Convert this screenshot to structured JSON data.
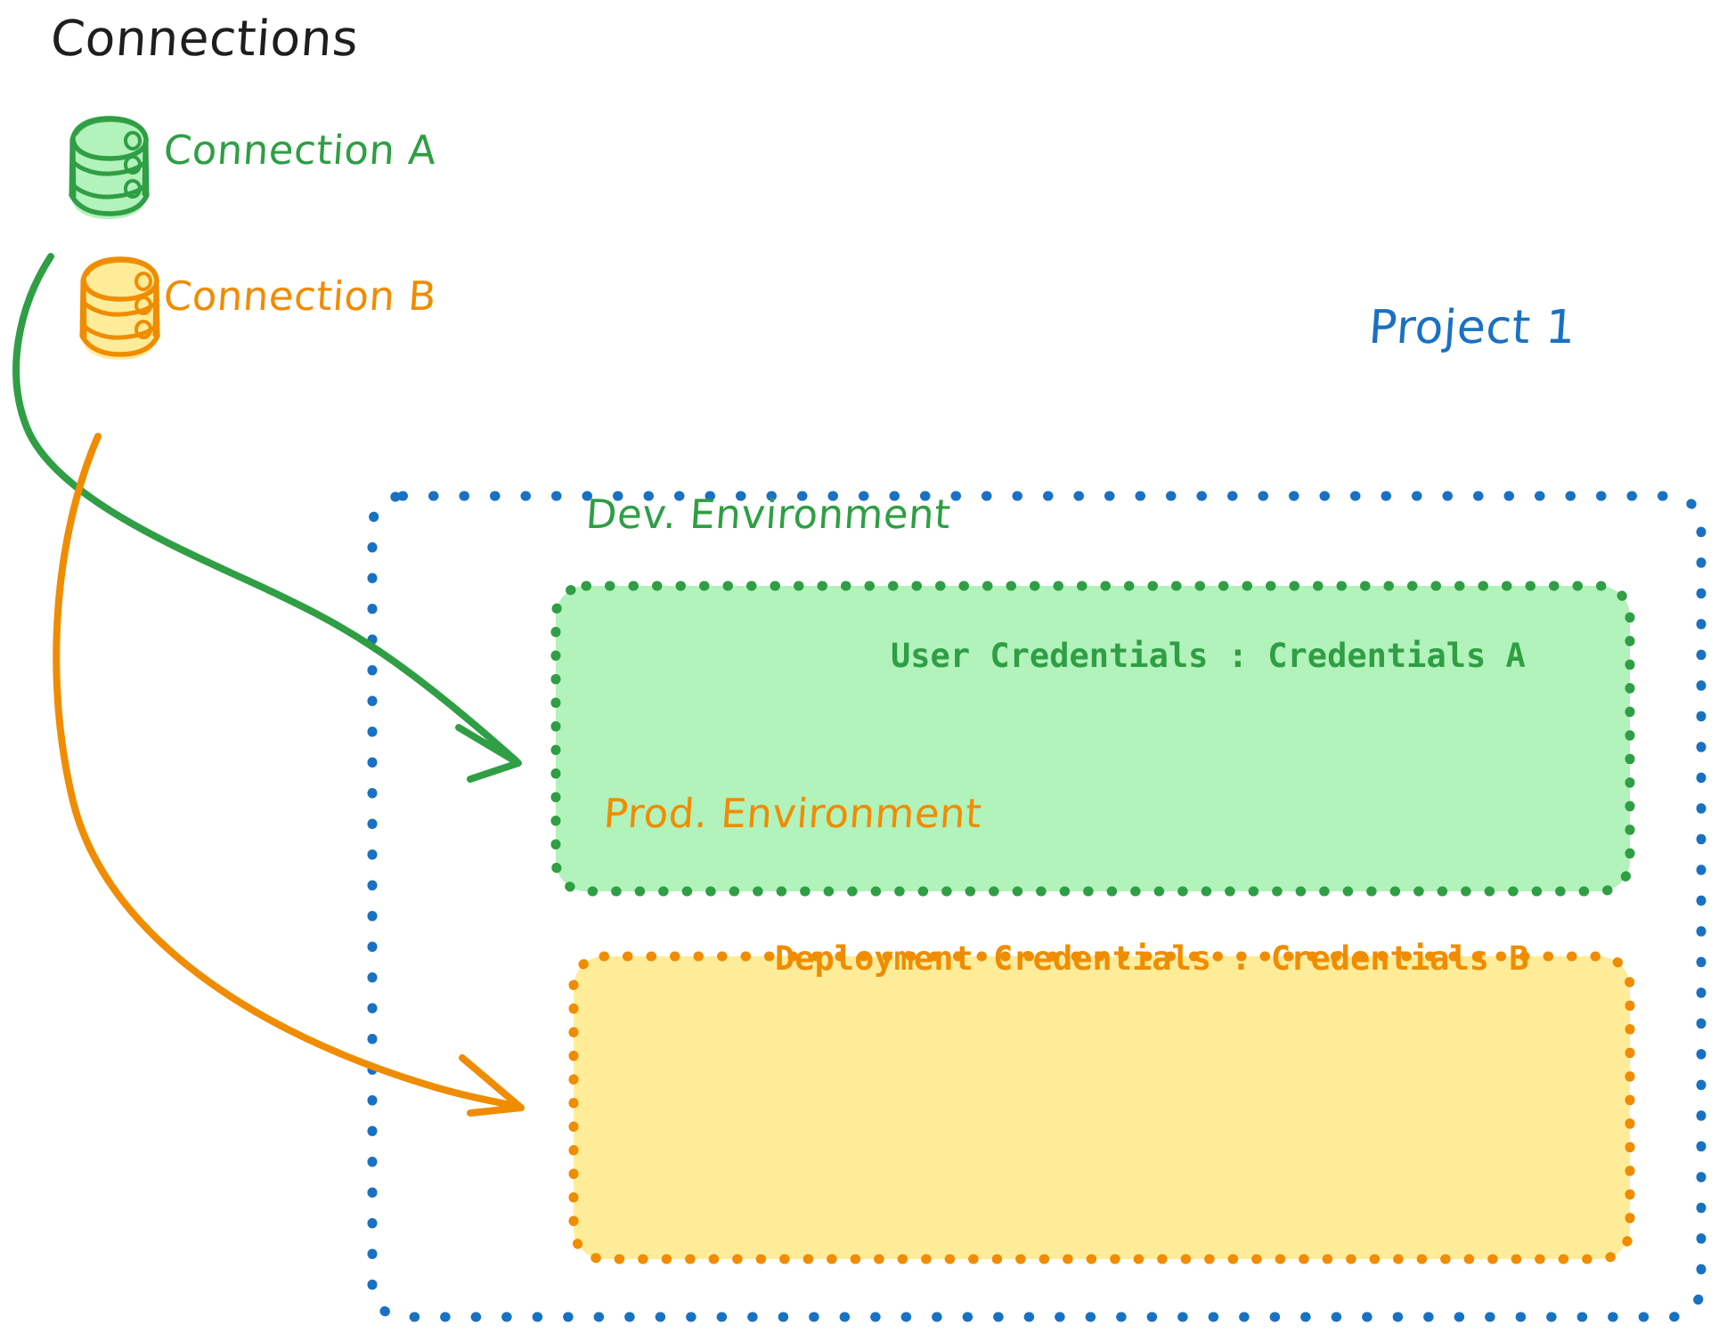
{
  "diagram": {
    "title": "Connections",
    "style": "hand-drawn",
    "background": "#ffffff"
  },
  "colors": {
    "black": "#1e1e1e",
    "green_stroke": "#2f9e44",
    "green_fill": "#b2f2bb",
    "orange_stroke": "#f08c00",
    "orange_fill": "#ffec99",
    "blue_stroke": "#1971c2"
  },
  "connections": {
    "heading": "Connections",
    "items": [
      {
        "label": "Connection A",
        "icon": "database-cylinder-icon",
        "stroke": "#2f9e44",
        "fill": "#b2f2bb"
      },
      {
        "label": "Connection B",
        "icon": "database-cylinder-icon",
        "stroke": "#f08c00",
        "fill": "#ffec99"
      }
    ]
  },
  "project": {
    "label": "Project 1",
    "stroke": "#1971c2",
    "environments": [
      {
        "name": "Dev. Environment",
        "credential_label": "User Credentials : Credentials A",
        "credential_key": "User Credentials",
        "credential_value": "Credentials A",
        "stroke": "#2f9e44",
        "fill": "#b2f2bb"
      },
      {
        "name": "Prod. Environment",
        "credential_label": "Deployment Credentials : Credentials B",
        "credential_key": "Deployment Credentials",
        "credential_value": "Credentials B",
        "stroke": "#f08c00",
        "fill": "#ffec99"
      }
    ]
  },
  "arrows": [
    {
      "name": "arrow-connection-a-to-dev",
      "from": "Connection A",
      "to": "Dev. Environment",
      "color": "#2f9e44"
    },
    {
      "name": "arrow-connection-b-to-prod",
      "from": "Connection B",
      "to": "Prod. Environment",
      "color": "#f08c00"
    }
  ]
}
